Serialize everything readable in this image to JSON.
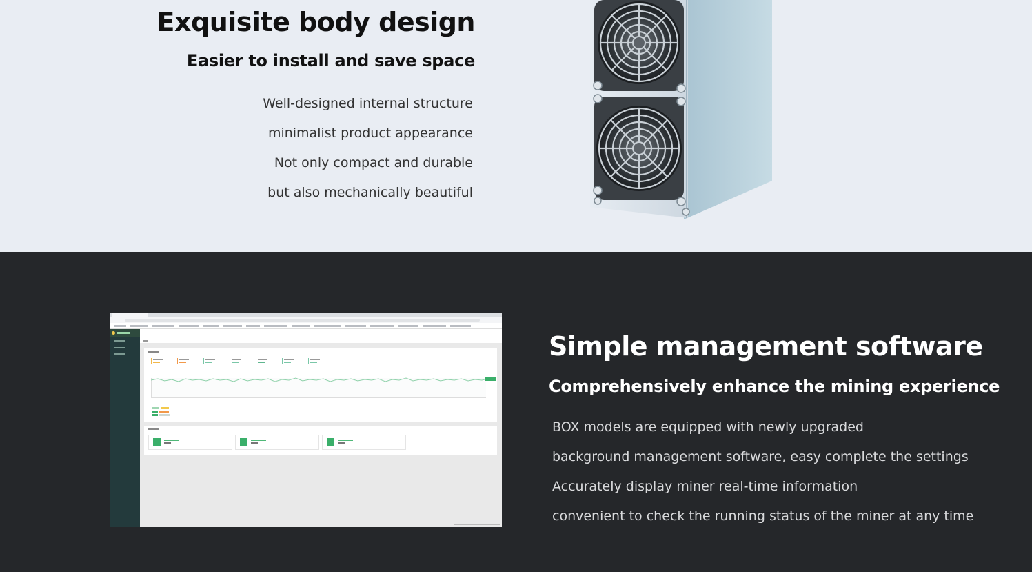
{
  "design": {
    "title": "Exquisite body design",
    "subtitle": "Easier to install and save space",
    "lines": [
      "Well-designed internal structure",
      "minimalist product appearance",
      "Not only compact and durable",
      "but also mechanically beautiful"
    ]
  },
  "software": {
    "title": "Simple management software",
    "subtitle": "Comprehensively enhance the mining experience",
    "lines": [
      "BOX models are equipped with newly upgraded",
      "background management software, easy complete the settings",
      "Accurately display miner real-time information",
      "convenient to check the running status of the miner at any time"
    ]
  },
  "images": {
    "miner": "miner-product-image",
    "software": "management-software-screenshot"
  },
  "colors": {
    "top_bg": "#e9edf3",
    "bottom_bg": "#25272a",
    "accent_green": "#3aaf6a"
  }
}
